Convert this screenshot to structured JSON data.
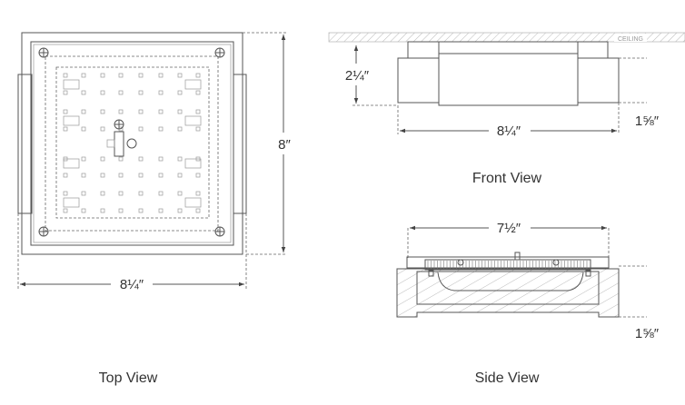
{
  "top_view": {
    "caption": "Top View",
    "width_label": "8¼″",
    "depth_label": "8″"
  },
  "front_view": {
    "caption": "Front View",
    "height_label": "2¼″",
    "width_label": "8¼″",
    "canopy_label": "1⅝″",
    "ceiling_label": "CEILING"
  },
  "side_view": {
    "caption": "Side View",
    "inner_width_label": "7½″",
    "height_label": "1⅝″"
  },
  "colors": {
    "line": "#555555",
    "hatch": "#bbbbbb"
  }
}
